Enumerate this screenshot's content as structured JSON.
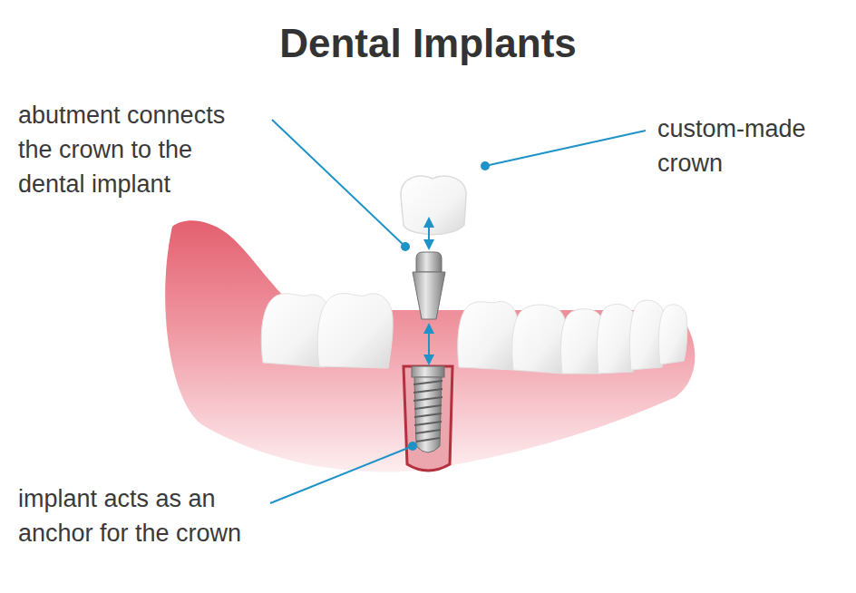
{
  "diagram": {
    "title": "Dental Implants",
    "labels": [
      "abutment connects the crown to the dental implant",
      "custom-made crown",
      "implant acts as an anchor for the crown"
    ]
  }
}
